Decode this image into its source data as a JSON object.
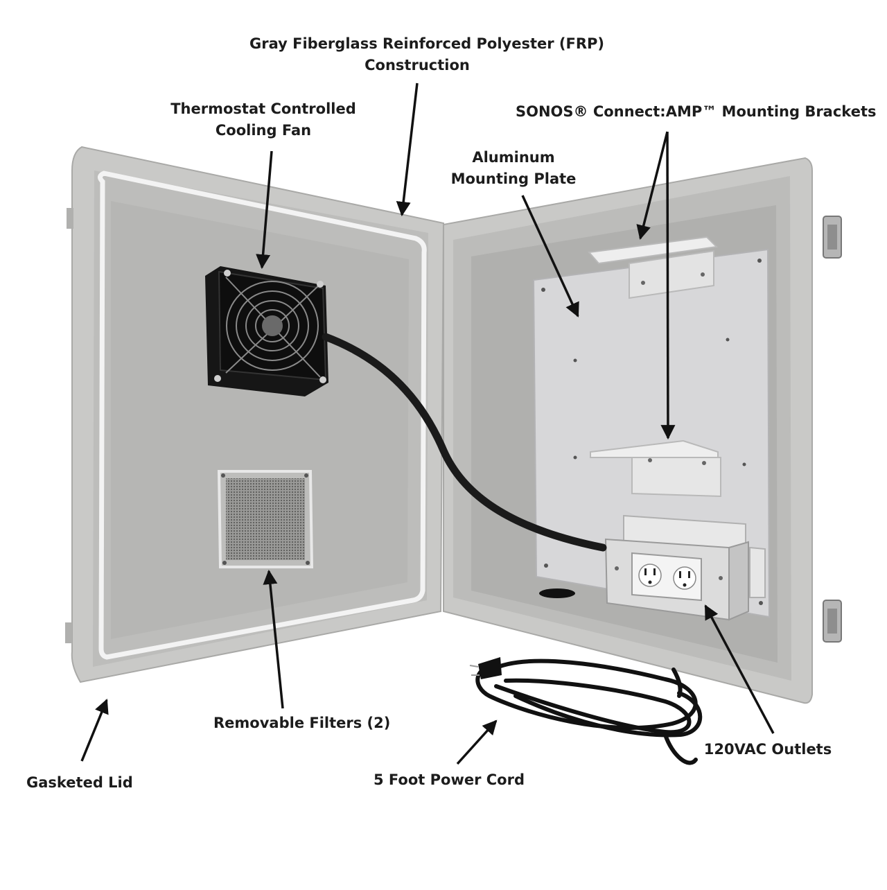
{
  "labels": {
    "construction": {
      "line1": "Gray Fiberglass Reinforced Polyester (FRP)",
      "line2": "Construction"
    },
    "fan": {
      "line1": "Thermostat Controlled",
      "line2": "Cooling Fan"
    },
    "brackets": {
      "line1": "SONOS® Connect:AMP™ Mounting Brackets"
    },
    "plate": {
      "line1": "Aluminum",
      "line2": "Mounting Plate"
    },
    "filters": {
      "line1": "Removable Filters (2)"
    },
    "lid": {
      "line1": "Gasketed Lid"
    },
    "cord": {
      "line1": "5 Foot Power Cord"
    },
    "outlets": {
      "line1": "120VAC Outlets"
    }
  },
  "colors": {
    "enclosure_outer": "#c9c9c7",
    "enclosure_inner": "#b9b9b7",
    "gasket": "#f3f3f3",
    "plate": "#d7d7d9",
    "fan": "#161616",
    "arrow": "#111111",
    "label_text": "#1c1c1c"
  },
  "outlet_box": {
    "receptacle_count": 2
  }
}
